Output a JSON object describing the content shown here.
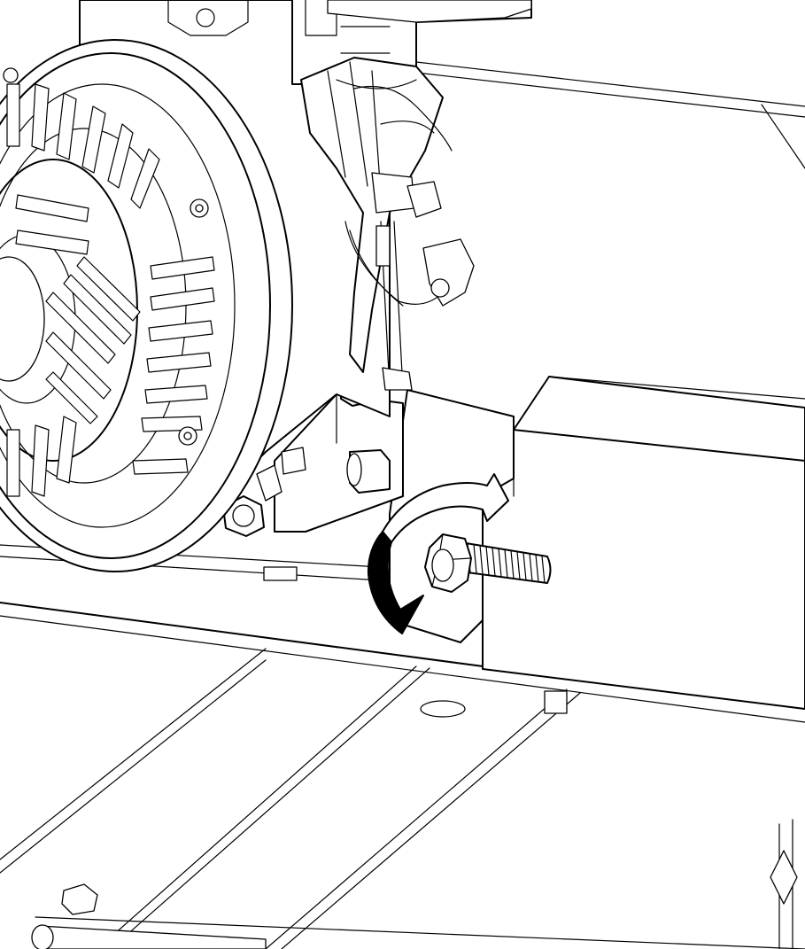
{
  "figure": {
    "kind": "assembly-illustration",
    "colors": {
      "line": "#000000",
      "background": "#ffffff",
      "arrow_fill": "#000000",
      "arrow_outline": "#000000"
    },
    "arrow": {
      "icon": "clockwise-rotation-arrow",
      "meaning": "tighten nut"
    }
  }
}
